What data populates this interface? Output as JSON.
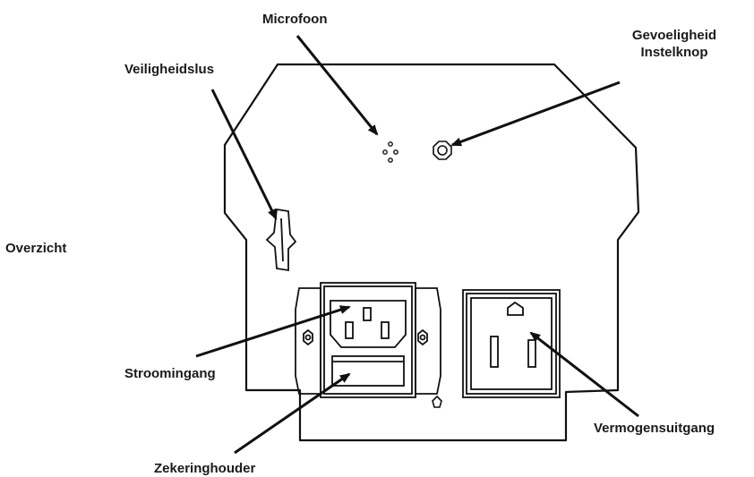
{
  "overview": "Overzicht",
  "labels": {
    "microphone": "Microfoon",
    "sensitivity_line1": "Gevoeligheid",
    "sensitivity_line2": "Instelknop",
    "safety_loop": "Veiligheidslus",
    "power_input": "Stroomingang",
    "fuse_holder": "Zekeringhouder",
    "power_output": "Vermogensuitgang"
  },
  "colors": {
    "stroke": "#111111",
    "text": "#1a1a1a",
    "background": "#ffffff"
  }
}
